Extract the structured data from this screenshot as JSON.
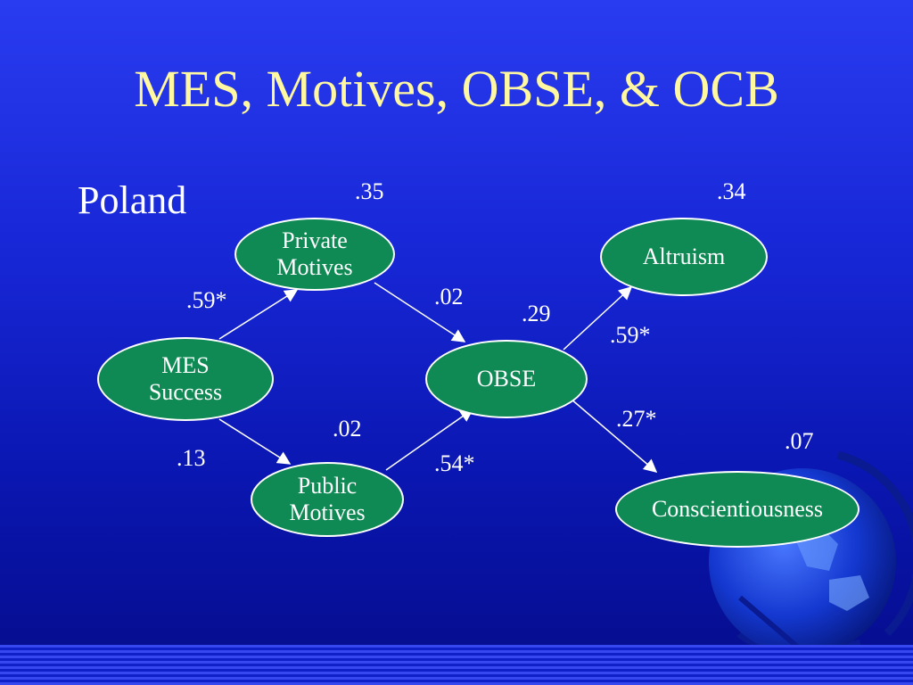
{
  "slide": {
    "title": "MES, Motives, OBSE, & OCB",
    "country": "Poland"
  },
  "nodes": {
    "mes_success": "MES\nSuccess",
    "private_motives": "Private\nMotives",
    "public_motives": "Public\nMotives",
    "obse": "OBSE",
    "altruism": "Altruism",
    "conscientiousness": "Conscientiousness"
  },
  "r_squared": {
    "private_motives": ".35",
    "public_motives": ".02",
    "obse": ".29",
    "altruism": ".34",
    "conscientiousness": ".07"
  },
  "paths": {
    "mes_to_private": ".59*",
    "mes_to_public": ".13",
    "private_to_obse": ".02",
    "public_to_obse": ".54*",
    "obse_to_altruism": ".59*",
    "obse_to_conscientiousness": ".27*"
  },
  "colors": {
    "node_fill": "#108a55",
    "title_text": "#fff8a0",
    "background": "#1828d8"
  },
  "decor": {
    "globe": "globe-icon"
  }
}
